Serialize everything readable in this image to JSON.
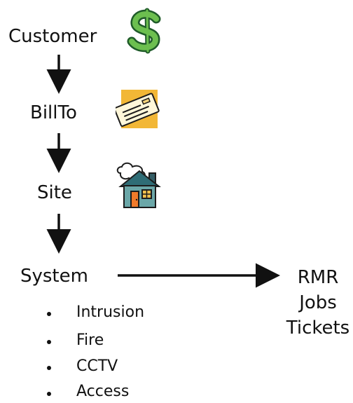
{
  "nodes": {
    "customer": "Customer",
    "billto": "BillTo",
    "site": "Site",
    "system": "System"
  },
  "system_types": [
    "Intrusion",
    "Fire",
    "CCTV",
    "Access"
  ],
  "outputs": [
    "RMR",
    "Jobs",
    "Tickets"
  ],
  "icons": {
    "customer": "dollar-sign-icon",
    "billto": "check-icon",
    "site": "house-icon"
  },
  "colors": {
    "arrow": "#111111",
    "dollar": "#4f9b3d",
    "check_bg": "#f2b736",
    "house_wall": "#6ba7a8",
    "house_roof": "#2f6d76",
    "house_door": "#f07a2a"
  }
}
